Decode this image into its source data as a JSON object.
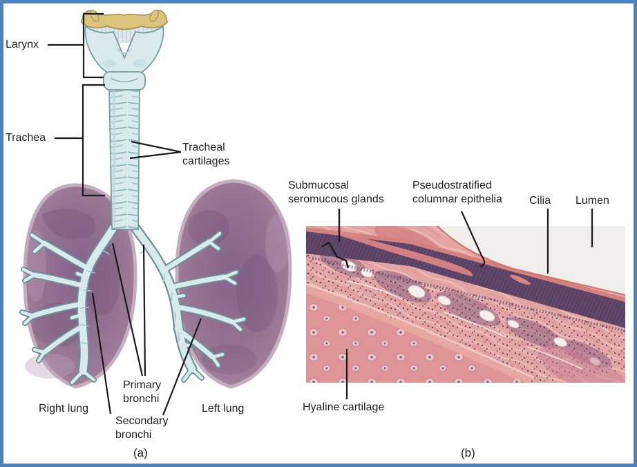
{
  "figure": {
    "border_color": "#4f81bd",
    "background_color": "#ffffff"
  },
  "panel_a": {
    "caption": "(a)",
    "labels": {
      "larynx": "Larynx",
      "trachea": "Trachea",
      "tracheal_cartilages": "Tracheal\ncartilages",
      "primary_bronchi": "Primary\nbronchi",
      "secondary_bronchi": "Secondary\nbronchi",
      "right_lung": "Right lung",
      "left_lung": "Left lung"
    },
    "colors": {
      "cartilage_blue": "#d9eaed",
      "cartilage_outline": "#76999f",
      "hyoid_tan": "#dcc47f",
      "lung_purple": "#95708f",
      "lung_shadow": "#7a5880",
      "lung_highlight": "#b094aa"
    }
  },
  "panel_b": {
    "caption": "(b)",
    "labels": {
      "submucosal_glands": "Submucosal\nseromucous glands",
      "pseudostratified_epithelia": "Pseudostratified\ncolumnar epithelia",
      "cilia": "Cilia",
      "lumen": "Lumen",
      "hyaline_cartilage": "Hyaline cartilage"
    },
    "colors": {
      "tissue_pink": "#e3a5a3",
      "epithelium_purple": "#64486b",
      "cartilage_salmon": "#df9598",
      "lumen_white": "#f2eeec",
      "nuclei_purple": "#45325a"
    }
  }
}
